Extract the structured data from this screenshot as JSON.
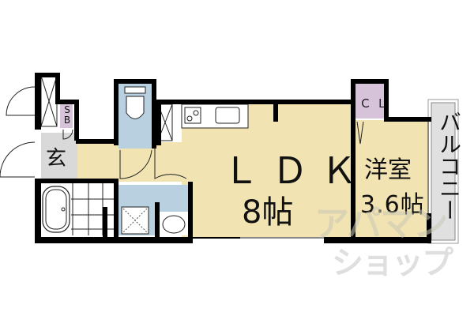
{
  "floor_plan": {
    "rooms": {
      "ldk": {
        "label": "ＬＤＫ",
        "size": "8帖"
      },
      "western_room": {
        "label": "洋室",
        "size": "3.6帖"
      },
      "entrance": {
        "label": "玄"
      },
      "shoe_box": {
        "label": "S\nB"
      },
      "closet": {
        "label": "ＣＬ"
      },
      "balcony": {
        "label": "バルコニー"
      }
    },
    "watermark": {
      "line1": "アパマン",
      "line2": "ショップ"
    },
    "colors": {
      "wall": "#000000",
      "living_floor": "#f2e3b3",
      "wet_area": "#b8d0e0",
      "entrance_floor": "#d9d9d9",
      "storage": "#d6c3d9",
      "balcony": "#e0e0e0"
    }
  }
}
